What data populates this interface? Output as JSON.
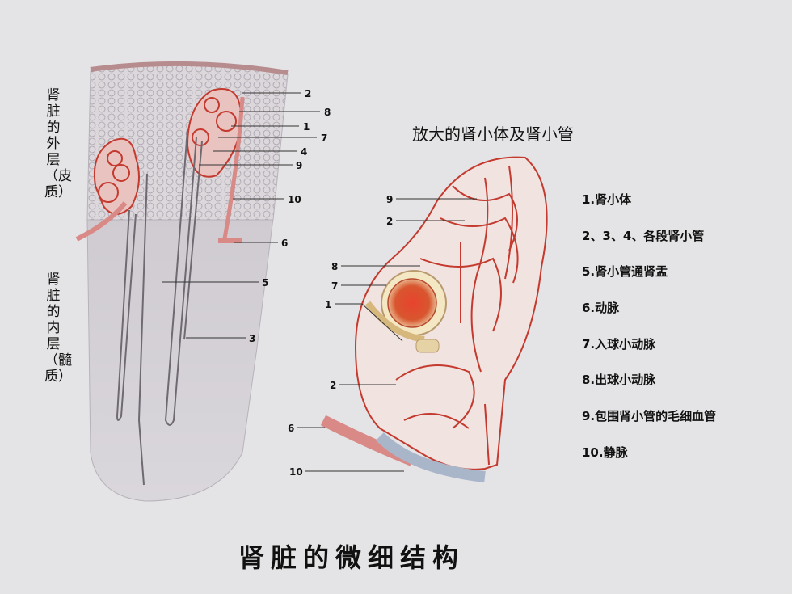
{
  "left_labels": {
    "outer": "肾脏的外层（皮质）",
    "inner": "肾脏的内层（髓质）"
  },
  "subtitle": "放大的肾小体及肾小管",
  "legend": [
    "1.肾小体",
    "2、3、4、各段肾小管",
    "5.肾小管通肾盂",
    "6.动脉",
    "7.入球小动脉",
    "8.出球小动脉",
    "9.包围肾小管的毛细血管",
    "10.静脉"
  ],
  "left_callouts": [
    "2",
    "8",
    "1",
    "7",
    "4",
    "9",
    "10",
    "6",
    "5",
    "3"
  ],
  "right_callouts": [
    "9",
    "2",
    "8",
    "7",
    "1",
    "2",
    "6",
    "10"
  ],
  "title": "肾脏的微细结构",
  "colors": {
    "background": "#e4e3e5",
    "vessel": "#c43a2e",
    "tissue_cortex": "#ddd8dc",
    "tissue_medulla": "#c9c6cc",
    "tubule": "#f1e3e0"
  }
}
